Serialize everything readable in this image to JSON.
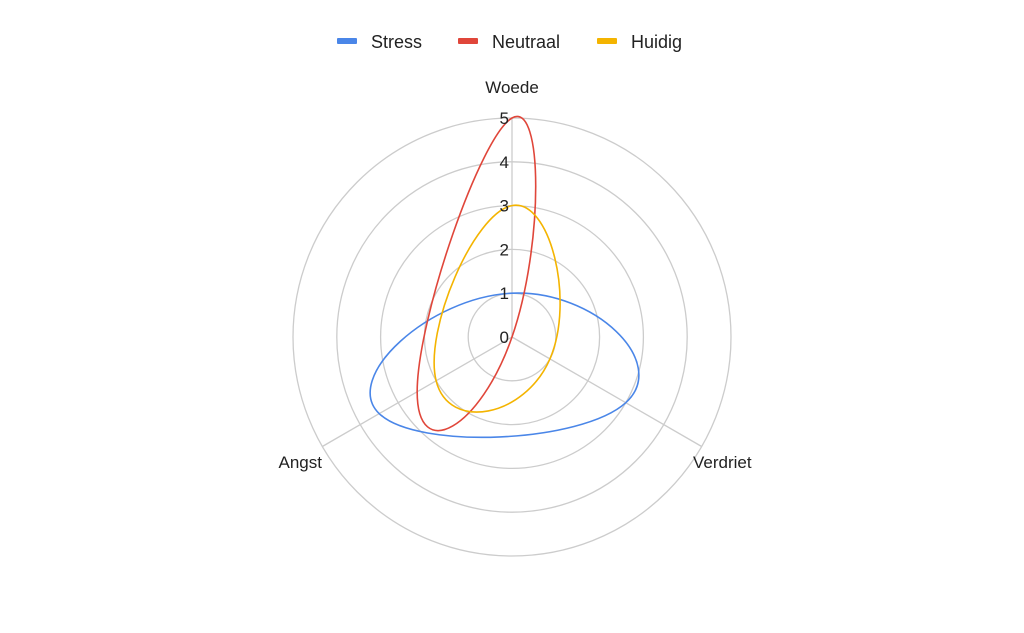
{
  "chart_data": {
    "type": "radar",
    "axes": [
      "Woede",
      "Verdriet",
      "Angst"
    ],
    "rmin": 0,
    "rmax": 5,
    "ticks": [
      "0",
      "1",
      "2",
      "3",
      "4",
      "5"
    ],
    "grid": true,
    "smooth": true,
    "legend_position": "top",
    "series": [
      {
        "name": "Stress",
        "color": "#4a86e8",
        "values": [
          1,
          3,
          3.5
        ]
      },
      {
        "name": "Neutraal",
        "color": "#e0463a",
        "values": [
          5,
          0,
          2.5
        ]
      },
      {
        "name": "Huidig",
        "color": "#f4b400",
        "values": [
          3,
          1,
          2
        ]
      }
    ]
  }
}
